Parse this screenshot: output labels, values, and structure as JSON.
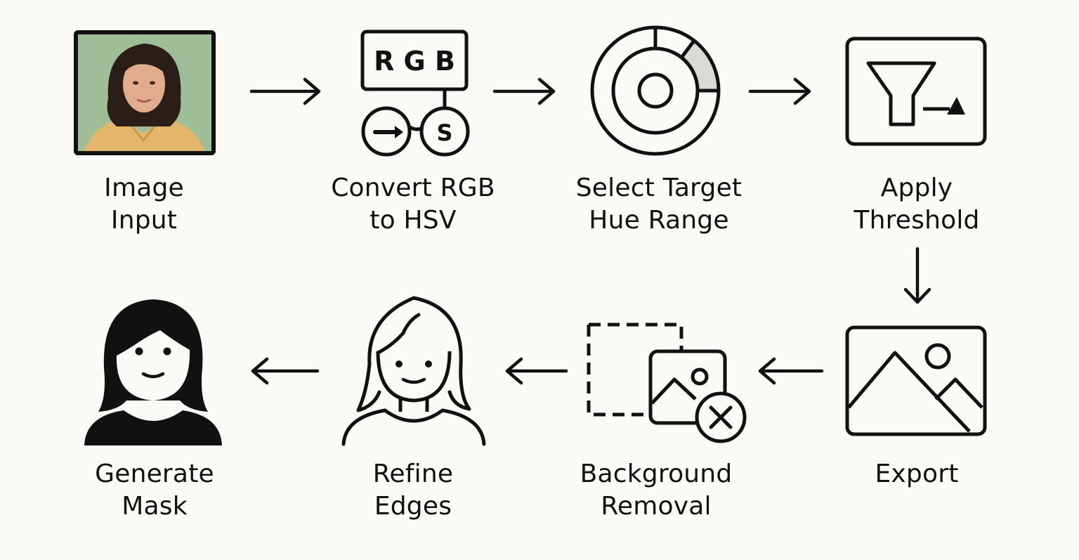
{
  "diagram": {
    "steps": [
      {
        "id": "image-input",
        "lines": [
          "Image",
          "Input"
        ],
        "icon": "portrait-photo-icon"
      },
      {
        "id": "convert-rgb",
        "lines": [
          "Convert RGB",
          "to HSV"
        ],
        "icon": "rgb-hsv-icon",
        "icon_text": {
          "box": "R G B",
          "circle": "S"
        }
      },
      {
        "id": "select-hue",
        "lines": [
          "Select Target",
          "Hue Range"
        ],
        "icon": "hue-wheel-icon"
      },
      {
        "id": "threshold",
        "lines": [
          "Apply",
          "Threshold"
        ],
        "icon": "funnel-icon"
      },
      {
        "id": "export",
        "lines": [
          "Export",
          ""
        ],
        "icon": "landscape-image-icon"
      },
      {
        "id": "bg-removal",
        "lines": [
          "Background",
          "Removal"
        ],
        "icon": "image-remove-icon"
      },
      {
        "id": "refine",
        "lines": [
          "Refine",
          "Edges"
        ],
        "icon": "outline-person-icon"
      },
      {
        "id": "mask",
        "lines": [
          "Generate",
          "Mask"
        ],
        "icon": "silhouette-person-icon"
      }
    ],
    "colors": {
      "stroke": "#111111",
      "background": "#fbfaf7",
      "photo_bg": "#9fbd96",
      "hue_highlight": "#d9d9d6"
    }
  }
}
